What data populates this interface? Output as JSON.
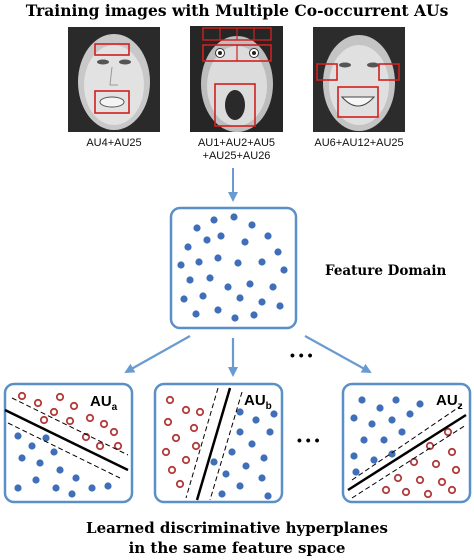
{
  "title": "Training images with Multiple Co-occurrent AUs",
  "faces": [
    {
      "label": "AU4+AU25"
    },
    {
      "label": "AU1+AU2+AU5\n+AU25+AU26"
    },
    {
      "label": "AU6+AU12+AU25"
    }
  ],
  "feature_domain_label": "Feature Domain",
  "ellipsis": "• • •",
  "panels": [
    {
      "name": "AU",
      "sub": "a"
    },
    {
      "name": "AU",
      "sub": "b"
    },
    {
      "name": "AU",
      "sub": "z"
    }
  ],
  "bottom_line1": "Learned discriminative hyperplanes",
  "bottom_line2": "in the same feature space",
  "colors": {
    "box_border": "#5b8fc7",
    "arrow": "#6a9bd0",
    "blue_dot": "#3f6fb8",
    "red_ring": "#b23a3a",
    "au_rect": "#d02020"
  }
}
